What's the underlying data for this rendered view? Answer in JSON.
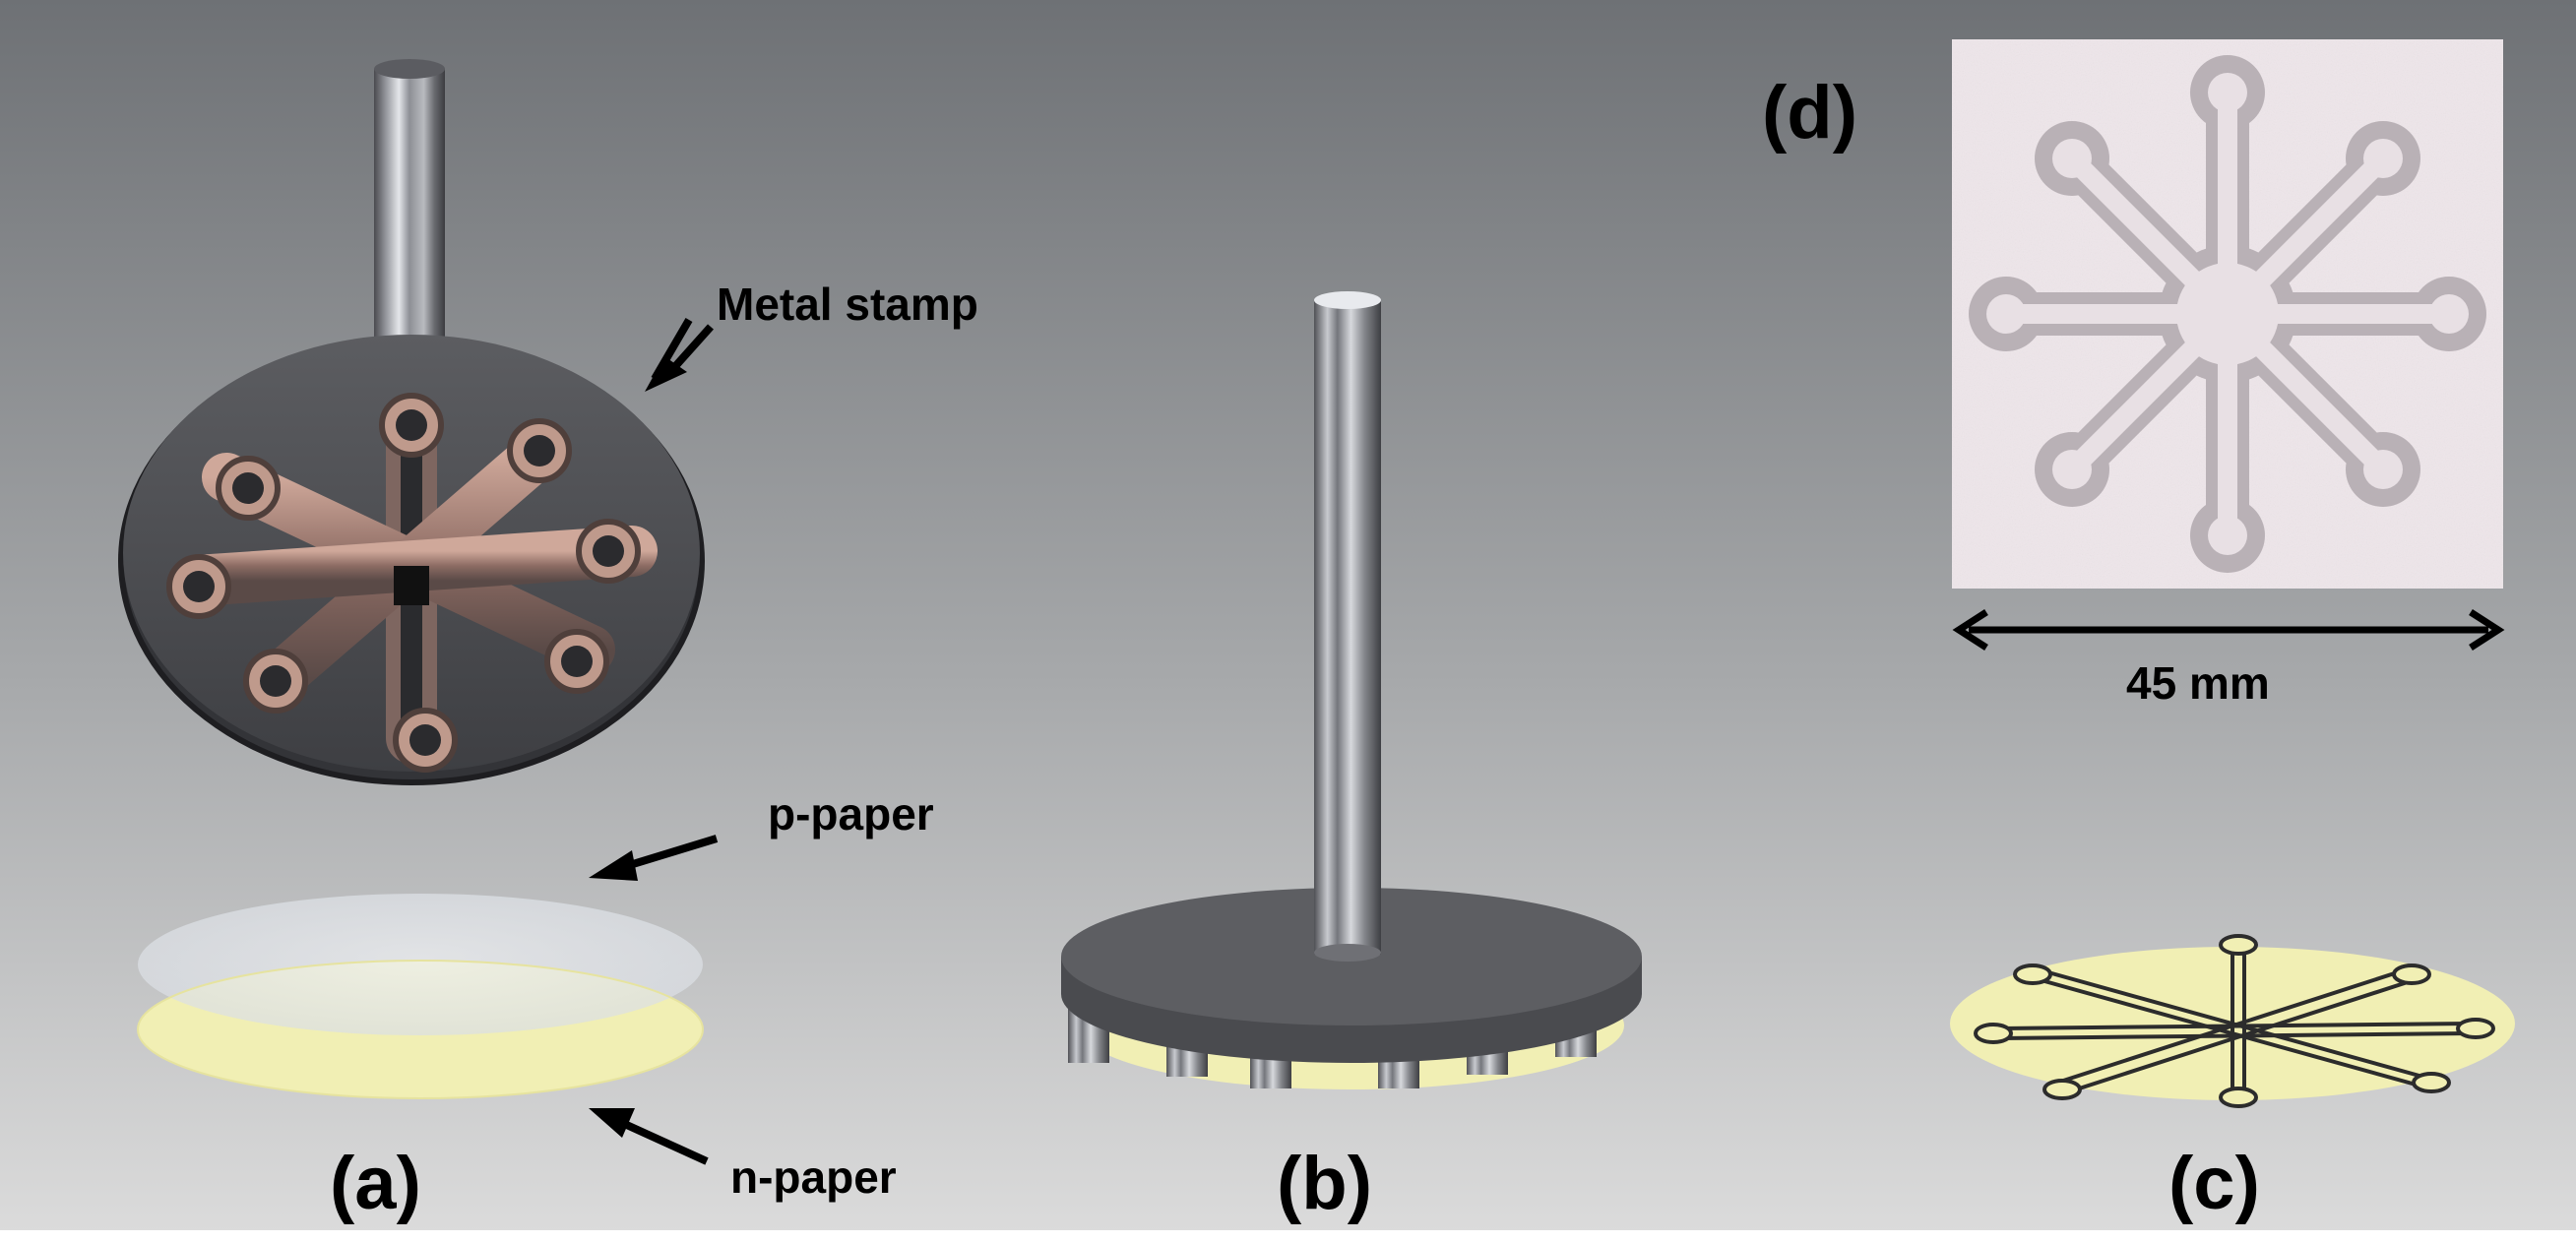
{
  "figure": {
    "labels": {
      "metal_stamp": "Metal stamp",
      "p_paper": "p-paper",
      "n_paper": "n-paper",
      "dimension": "45 mm",
      "panel_a": "(a)",
      "panel_b": "(b)",
      "panel_c": "(c)",
      "panel_d": "(d)"
    },
    "colors": {
      "background_top": "#6f7276",
      "background_bottom": "#d6d6d6",
      "n_paper": "#f1efb4",
      "p_paper": "#e6e9ee",
      "stamp_body": "#3a3b3f",
      "channel_line": "#2c2c2c",
      "photo_paper": "#eee6ea",
      "photo_pattern": "#bbb3b8"
    }
  }
}
